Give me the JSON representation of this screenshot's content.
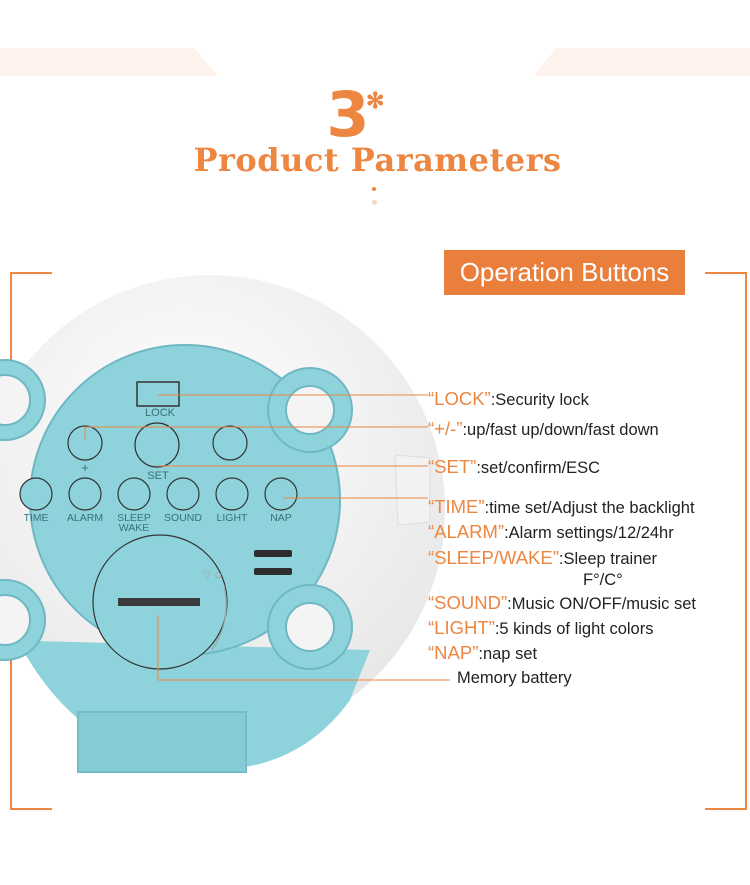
{
  "header": {
    "number": "3",
    "snow_glyph": "✻",
    "title": "Product Parameters"
  },
  "badge": {
    "label": "Operation Buttons"
  },
  "device": {
    "color_body": "#8ed3dc",
    "color_ring": "#7cc6d2",
    "labels": {
      "lock": "LOCK",
      "plus": "+",
      "set": "SET",
      "time": "TIME",
      "alarm": "ALARM",
      "sleep": "SLEEP",
      "wake": "WAKE",
      "sound": "SOUND",
      "light": "LIGHT",
      "nap": "NAP"
    }
  },
  "legend": {
    "lock": {
      "key": "“LOCK”",
      "desc": ":Security lock"
    },
    "plusminus": {
      "key": "“+/-”",
      "desc": ":up/fast up/down/fast down"
    },
    "set": {
      "key": "“SET”",
      "desc": ":set/confirm/ESC"
    },
    "time": {
      "key": "“TIME”",
      "desc": ":time set/Adjust the backlight"
    },
    "alarm": {
      "key": "“ALARM”",
      "desc": ":Alarm settings/12/24hr"
    },
    "sleep": {
      "key": "“SLEEP/WAKE”",
      "desc": ":Sleep trainer",
      "desc2": "F°/C°"
    },
    "sound": {
      "key": "“SOUND”",
      "desc": ":Music ON/OFF/music set"
    },
    "light": {
      "key": "“LIGHT”",
      "desc": ":5 kinds of light colors"
    },
    "nap": {
      "key": "“NAP”",
      "desc": ":nap set"
    },
    "battery": "Memory battery"
  },
  "colors": {
    "accent": "#ec8640",
    "badge_bg": "#ea7e3b",
    "text": "#222222"
  }
}
